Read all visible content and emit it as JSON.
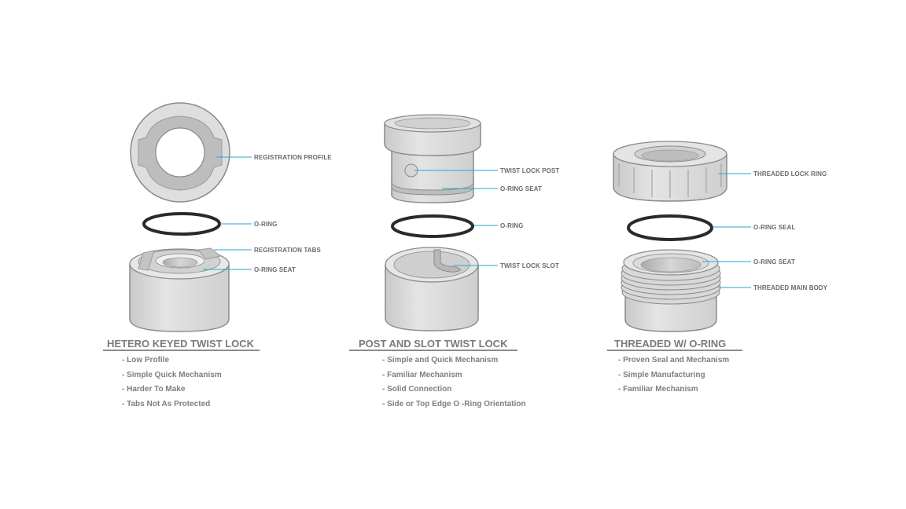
{
  "colors": {
    "part_fill": "#dcdcdc",
    "part_dark": "#b4b4b4",
    "outline": "#8a8a8a",
    "oring": "#2a2a2a",
    "leader": "#2aa6d6",
    "text": "#7a7a7a"
  },
  "designs": [
    {
      "heading": "HETERO KEYED TWIST LOCK",
      "callouts": {
        "registration_profile": "REGISTRATION PROFILE",
        "oring": "O-RING",
        "registration_tabs": "REGISTRATION TABS",
        "oring_seat": "O-RING SEAT"
      },
      "bullets": [
        "- Low Profile",
        "- Simple Quick Mechanism",
        "- Harder To Make",
        "- Tabs Not As Protected"
      ]
    },
    {
      "heading": "POST AND SLOT TWIST LOCK",
      "callouts": {
        "twist_lock_post": "TWIST LOCK POST",
        "oring_seat": "O-RING SEAT",
        "oring": "O-RING",
        "twist_lock_slot": "TWIST LOCK  SLOT"
      },
      "bullets": [
        "- Simple and Quick Mechanism",
        "- Familiar Mechanism",
        "- Solid Connection",
        "- Side or Top Edge O -Ring Orientation"
      ]
    },
    {
      "heading": "THREADED W/ O-RING",
      "callouts": {
        "threaded_lock_ring": "THREADED LOCK RING",
        "oring_seal": "O-RING SEAL",
        "oring_seat": "O-RING SEAT",
        "threaded_main_body": "THREADED MAIN BODY"
      },
      "bullets": [
        "- Proven Seal and Mechanism",
        "- Simple Manufacturing",
        "- Familiar Mechanism"
      ]
    }
  ]
}
